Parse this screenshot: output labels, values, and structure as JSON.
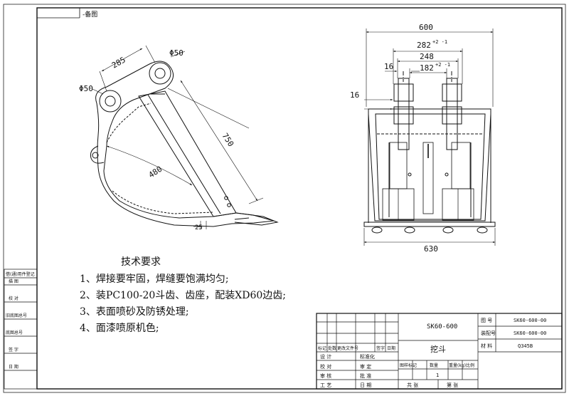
{
  "header": {
    "stamp": "-备图"
  },
  "front_view": {
    "dim_width_top": "600",
    "dim_282": "282",
    "dim_282_tol": "+2 -1",
    "dim_248": "248",
    "dim_182": "182",
    "dim_182_tol": "+2 -1",
    "dim_16_a": "16",
    "dim_16_b": "16",
    "dim_width_bottom": "630"
  },
  "side_view": {
    "dim_285": "285",
    "dim_phi50_top": "Φ50",
    "dim_phi50_left": "Φ50",
    "dim_750": "750",
    "dim_480": "480",
    "dim_25": "25"
  },
  "requirements": {
    "title": "技术要求",
    "items": [
      "1、焊接要牢固，焊缝要饱满均匀;",
      "2、装PC100-20斗齿、齿座，配装XD60边齿;",
      "3、表面喷砂及防锈处理;",
      "4、面漆喷原机色;"
    ]
  },
  "left_strip": {
    "rows": [
      "借(通)用件登记",
      "描 图",
      "校 对",
      "旧底图总号",
      "底图总号",
      "签 字",
      "日 期"
    ]
  },
  "title_block": {
    "rev_headers": [
      "标记",
      "处数",
      "更改文件号",
      "签字",
      "日期"
    ],
    "roles_left": [
      "设 计",
      "校 对",
      "审 核",
      "工 艺"
    ],
    "roles_right": [
      "标准化",
      "审 定",
      "批 准",
      "日 期"
    ],
    "model": "SK60-600",
    "part_name": "挖斗",
    "stage_headers": [
      "图样标记",
      "数量",
      "重量(kg)",
      "比例"
    ],
    "quantity": "1",
    "sheet_total": "共 张",
    "sheet_no": "第 张",
    "right_labels": [
      "图 号",
      "装配号",
      "材 料"
    ],
    "drawing_no": "SK60-600-00",
    "assembly_no": "SK60-600-00",
    "material": "Q345B"
  }
}
